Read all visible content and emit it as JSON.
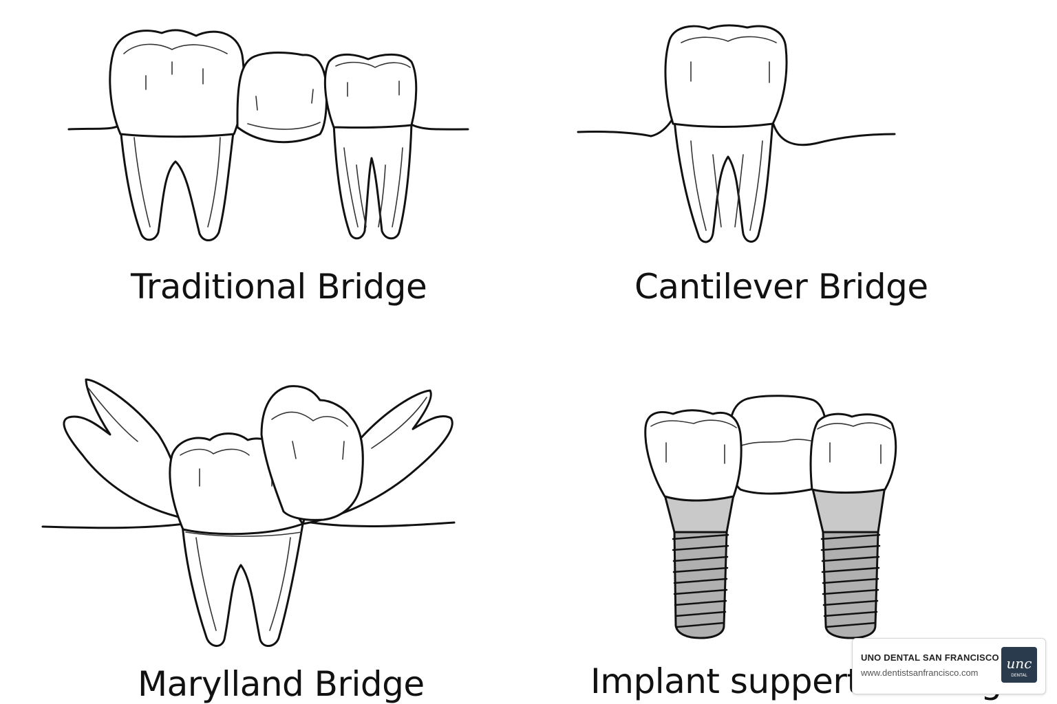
{
  "panels": {
    "traditional": {
      "caption": "Traditional Bridge"
    },
    "cantilever": {
      "caption": "Cantilever Bridge"
    },
    "maryland": {
      "caption": "Marylland Bridge"
    },
    "implant": {
      "caption": "Implant supperted Bridge"
    }
  },
  "watermark": {
    "name": "UNO DENTAL SAN FRANCISCO",
    "url": "www.dentistsanfrancisco.com",
    "logo_text": "unc",
    "logo_subtext": "DENTAL"
  },
  "colors": {
    "line": "#111111",
    "implant_abutment": "#c9c9c9",
    "implant_screw": "#b0b0b0",
    "logo_bg": "#2b3b4e"
  }
}
